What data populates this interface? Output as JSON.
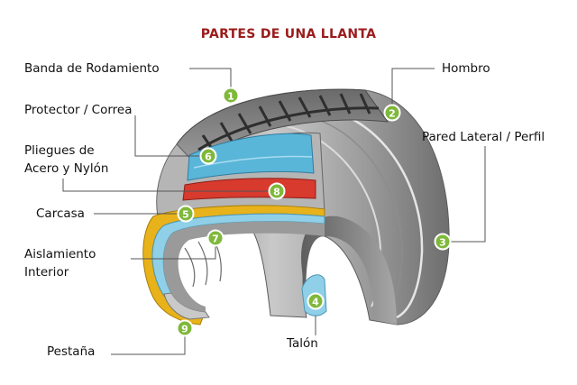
{
  "title": "PARTES DE UNA LLANTA",
  "parts": [
    {
      "number": "1",
      "label": "Banda de Rodamiento"
    },
    {
      "number": "2",
      "label": "Hombro"
    },
    {
      "number": "3",
      "label": "Pared Lateral / Perfil"
    },
    {
      "number": "4",
      "label": "Talón"
    },
    {
      "number": "5",
      "label": "Carcasa"
    },
    {
      "number": "6",
      "label": "Protector / Correa"
    },
    {
      "number": "7",
      "label_lines": [
        "Aislamiento",
        "Interior"
      ]
    },
    {
      "number": "8",
      "label_lines": [
        "Pliegues de",
        "Acero y Nylón"
      ]
    },
    {
      "number": "9",
      "label": "Pestaña"
    }
  ],
  "colors": {
    "title": "#9b1b1b",
    "marker_fill": "#7fb83a",
    "marker_stroke": "#ffffff",
    "leader_line": "#555555",
    "belt_layer": "#5ab6d8",
    "steel_layer": "#d83a2e",
    "carcass_layer": "#e8b21a",
    "liner_layer": "#8fd0e8"
  }
}
